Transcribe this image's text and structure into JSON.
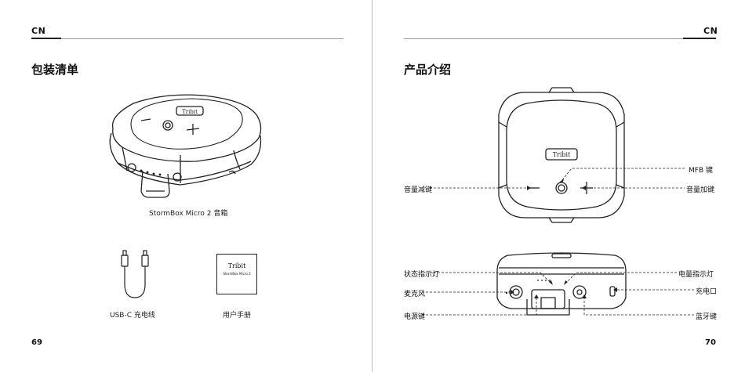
{
  "left": {
    "lang": "CN",
    "title": "包装清单",
    "product_caption": "StormBox Micro 2 音箱",
    "cable_caption": "USB-C 充电线",
    "manual_caption": "用户手册",
    "manual_brand": "Tribit",
    "manual_model": "StormBox Micro 2",
    "device_logo": "Tribit",
    "page_number": "69"
  },
  "right": {
    "lang": "CN",
    "title": "产品介绍",
    "device_logo": "Tribit",
    "labels": {
      "mfb": "MFB 键",
      "vol_down": "音量减键",
      "vol_up": "音量加键",
      "status_light": "状态指示灯",
      "battery_light": "电量指示灯",
      "mic": "麦克风",
      "charge_port": "充电口",
      "power_key": "电源键",
      "bt_key": "蓝牙键"
    },
    "page_number": "70"
  }
}
